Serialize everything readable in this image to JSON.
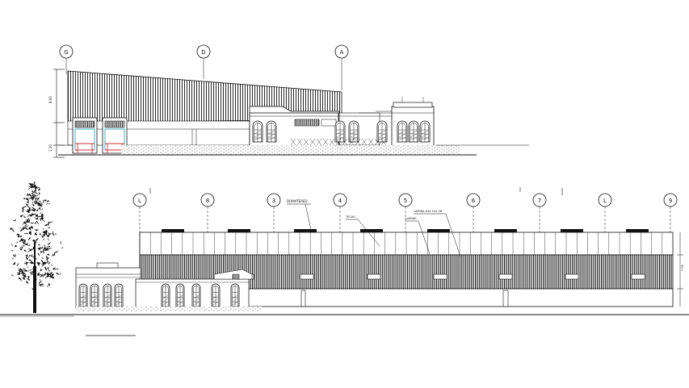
{
  "colors": {
    "ink": "#111111",
    "paper": "#ffffff",
    "door_accent": "#d0303a",
    "glass_accent": "#2aa8c8"
  },
  "top_elevation": {
    "grid_labels": [
      "G",
      "D",
      "A"
    ]
  },
  "bottom_elevation": {
    "grid_labels": [
      "L",
      "8",
      "3",
      "4",
      "5",
      "6",
      "7",
      "L",
      "9"
    ],
    "callouts": [
      "DOMATERED",
      "TECHO",
      "LAMINA",
      "LAMINA GAL CAL 26"
    ]
  },
  "icons": [
    "tree-icon",
    "arch-window-icon",
    "loading-door-icon"
  ]
}
